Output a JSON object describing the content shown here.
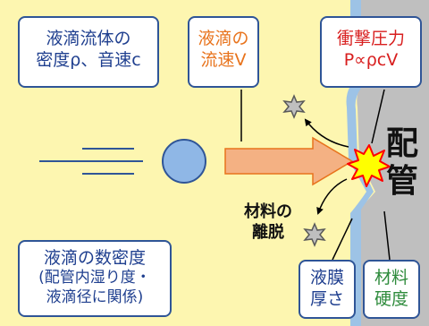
{
  "droplet_properties": {
    "line1": "液滴流体の",
    "line2": "密度ρ、音速c"
  },
  "droplet_velocity": {
    "line1": "液滴の",
    "line2": "流速V"
  },
  "impact_pressure": {
    "line1": "衝撃圧力",
    "line2": "P∝ρcV"
  },
  "droplet_density": {
    "line1": "液滴の数密度",
    "line2": "(配管内湿り度・",
    "line3": "液滴径に関係)"
  },
  "material_detachment": {
    "line1": "材料の",
    "line2": "離脱"
  },
  "pipe_label": {
    "line1": "配",
    "line2": "管"
  },
  "film_thickness": {
    "line1": "液膜",
    "line2": "厚さ"
  },
  "material_hardness": {
    "line1": "材料",
    "line2": "硬度"
  },
  "colors": {
    "background": "#fdf6b0",
    "box_border": "#2f5597",
    "droplet_fill": "#8fb7e6",
    "arrow_fill": "#f4b183",
    "film": "#9dc3e6",
    "pipe": "#bfbfbf",
    "burst": "#ffff00",
    "burst_outline": "#ff0000"
  }
}
